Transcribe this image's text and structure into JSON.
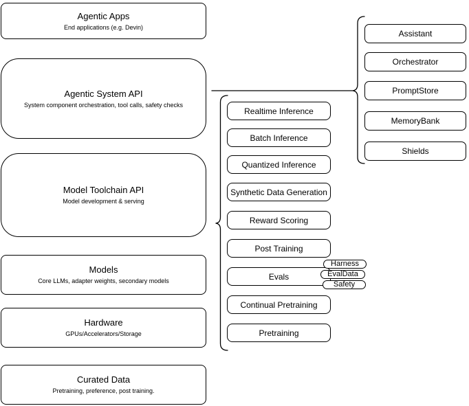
{
  "diagram": {
    "left_column": [
      {
        "title": "Agentic Apps",
        "subtitle": "End applications (e.g. Devin)"
      },
      {
        "title": "Agentic System API",
        "subtitle": "System component orchestration, tool calls, safety checks"
      },
      {
        "title": "Model Toolchain API",
        "subtitle": "Model development & serving"
      },
      {
        "title": "Models",
        "subtitle": "Core LLMs, adapter weights, secondary models"
      },
      {
        "title": "Hardware",
        "subtitle": "GPUs/Accelerators/Storage"
      },
      {
        "title": "Curated Data",
        "subtitle": "Pretraining, preference, post training."
      }
    ],
    "toolchain_services": [
      "Realtime Inference",
      "Batch Inference",
      "Quantized Inference",
      "Synthetic Data Generation",
      "Reward Scoring",
      "Post Training",
      "Evals",
      "Continual Pretraining",
      "Pretraining"
    ],
    "evals_tags": [
      "Harness",
      "EvalData",
      "Safety"
    ],
    "system_components": [
      "Assistant",
      "Orchestrator",
      "PromptStore",
      "MemoryBank",
      "Shields"
    ],
    "colors": {
      "stroke": "#000000",
      "fill": "#ffffff",
      "background": "#ffffff"
    }
  }
}
